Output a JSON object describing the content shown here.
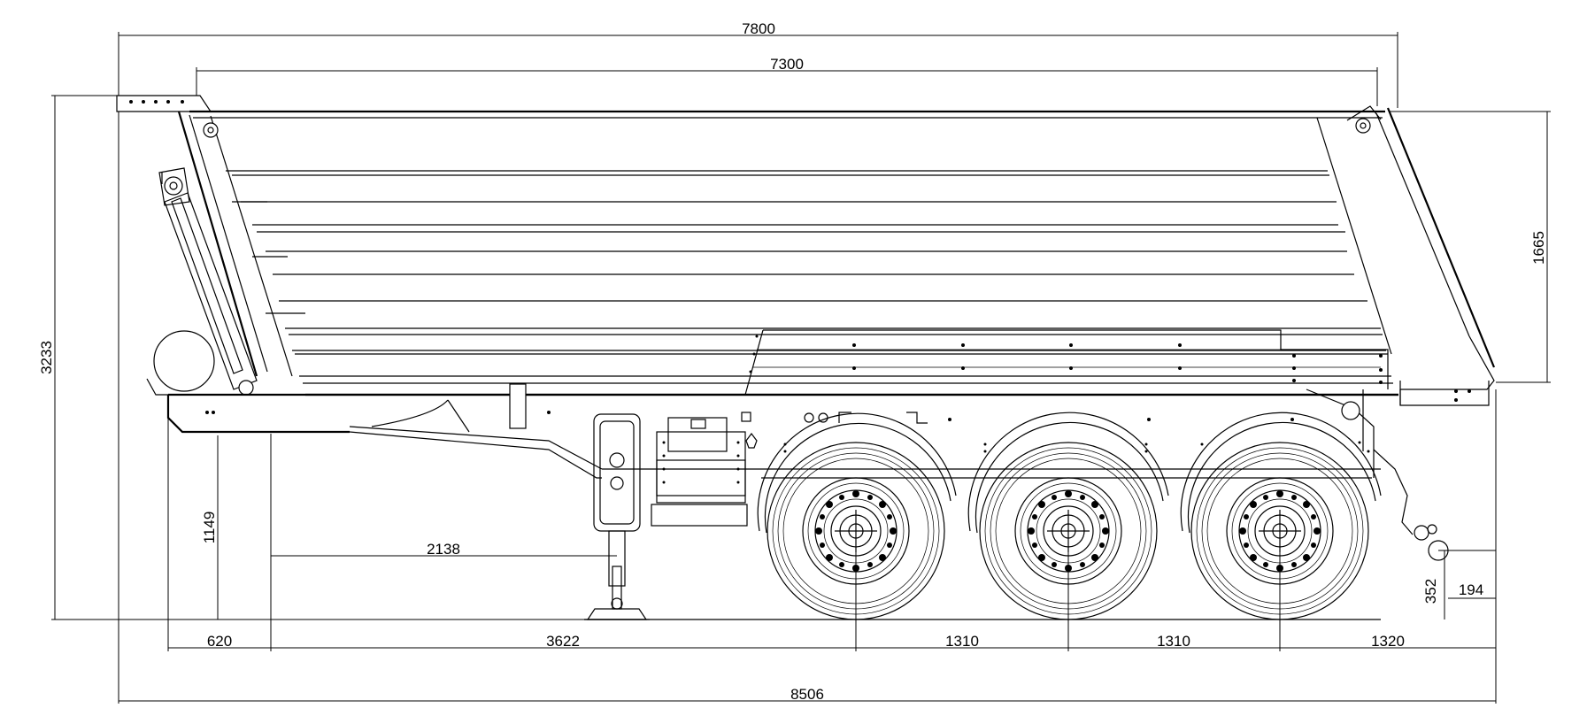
{
  "dimensions": {
    "overall_length": "8506",
    "body_length_outer": "7800",
    "body_length_inner": "7300",
    "overall_height": "3233",
    "side_height": "1665",
    "frame_height": "1149",
    "front_overhang": "620",
    "support_leg_position": "2138",
    "kingpin_to_axle": "3622",
    "axle_spacing_1": "1310",
    "axle_spacing_2": "1310",
    "rear_overhang": "1320",
    "hitch_height": "352",
    "hitch_offset": "194"
  }
}
